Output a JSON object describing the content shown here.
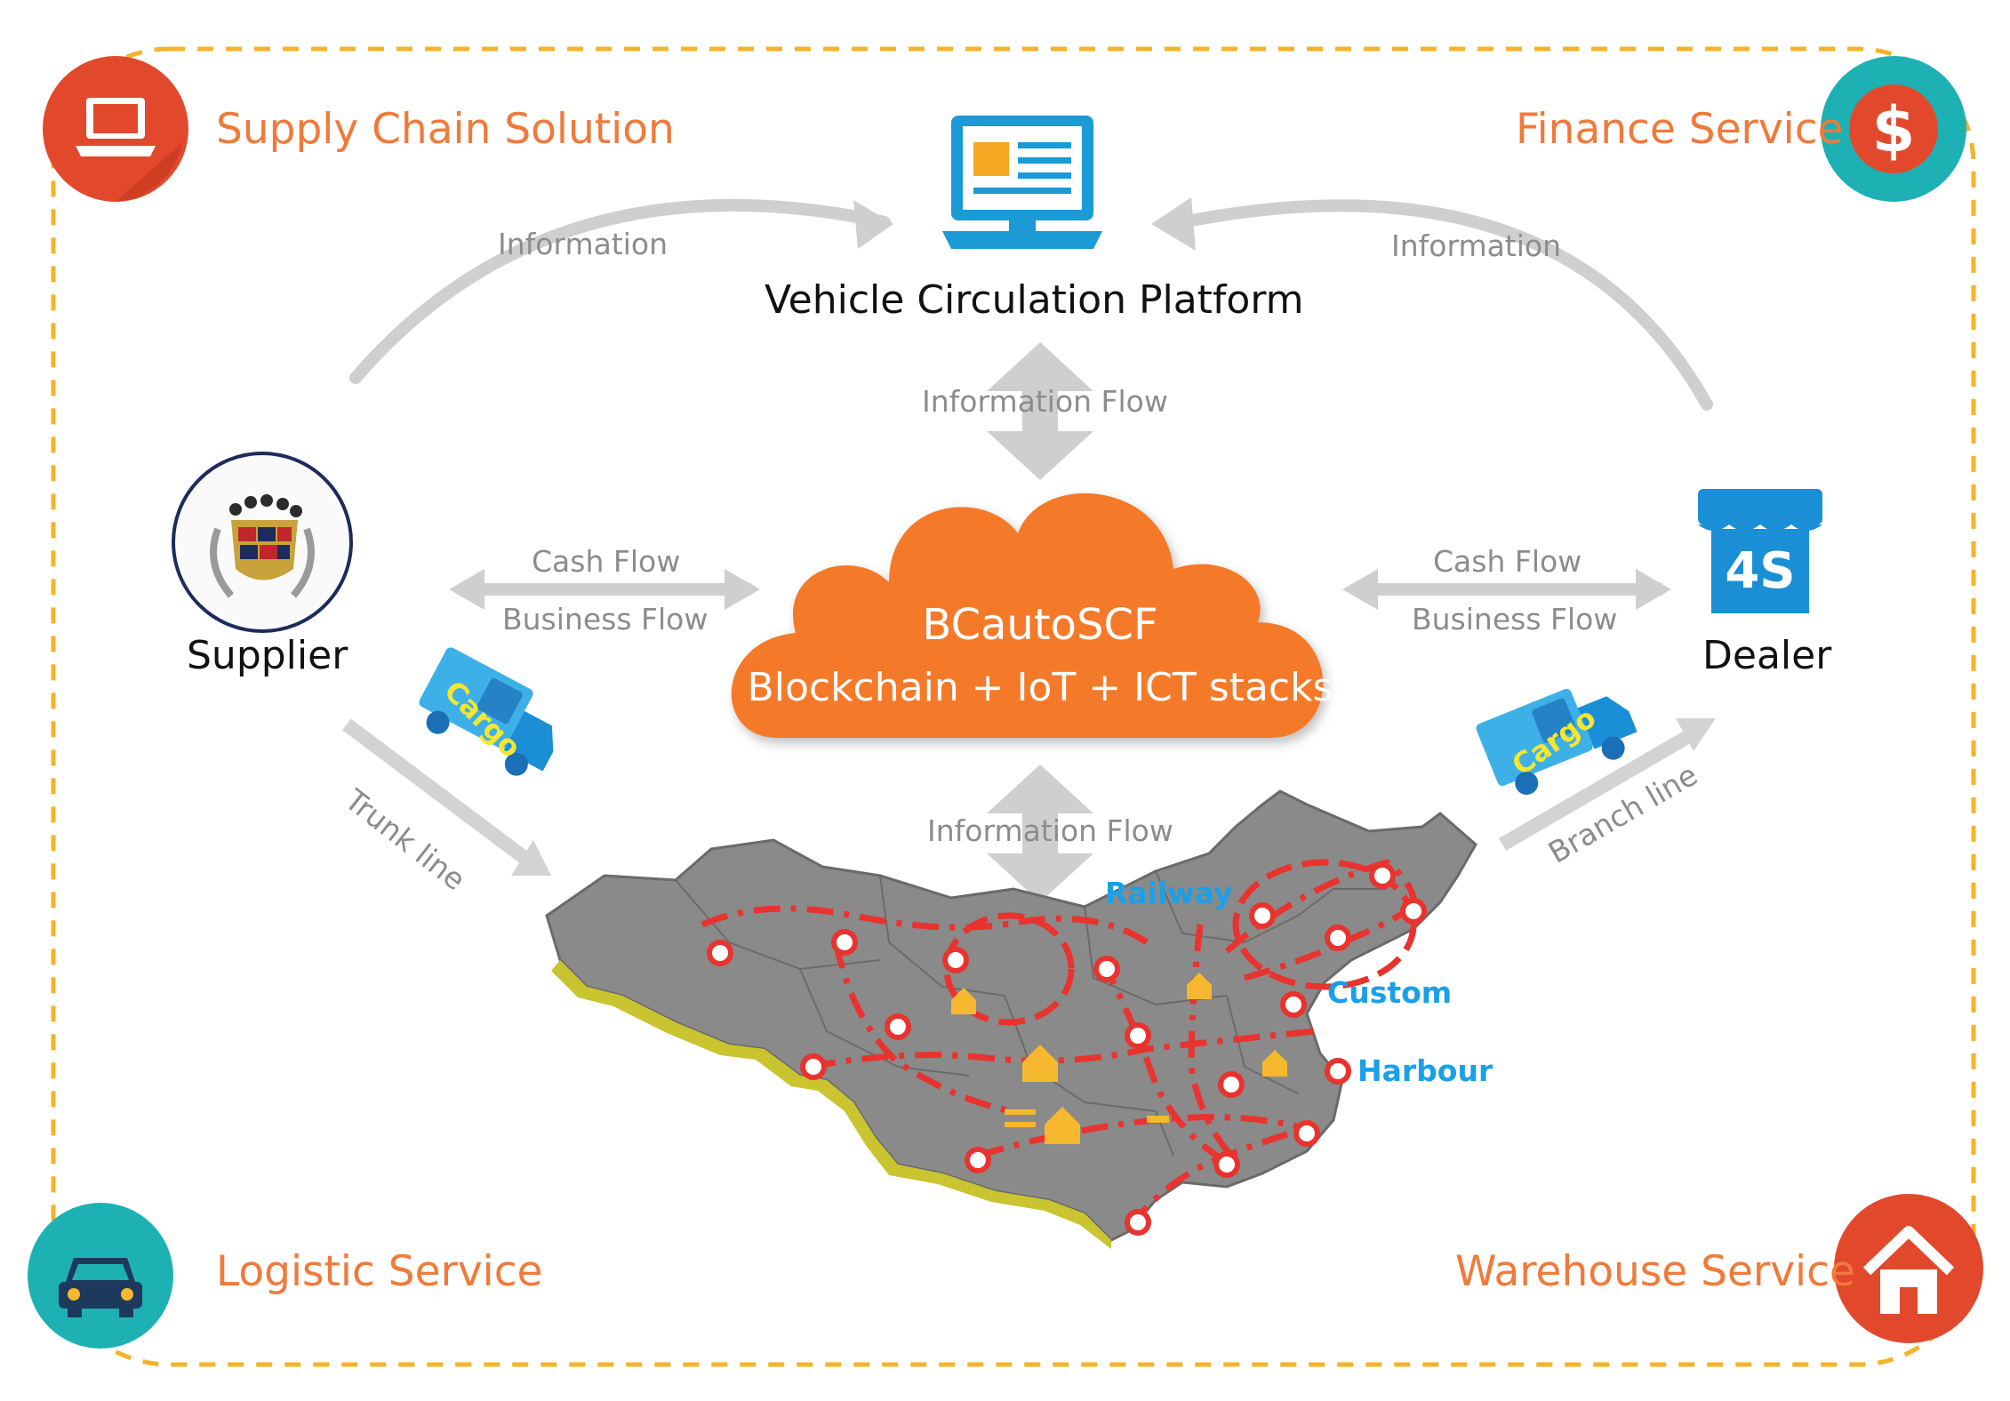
{
  "corners": {
    "top_left": "Supply Chain Solution",
    "top_right": "Finance Service",
    "bottom_left": "Logistic Service",
    "bottom_right": "Warehouse Service"
  },
  "platform": {
    "label": "Vehicle Circulation Platform"
  },
  "information_left": "Information",
  "information_right": "Information",
  "information_flow_top": "Information Flow",
  "information_flow_bottom": "Information Flow",
  "cloud": {
    "title": "BCautoSCF",
    "subtitle": "Blockchain + IoT + ICT stacks"
  },
  "left_flows": {
    "cash": "Cash Flow",
    "business": "Business Flow"
  },
  "right_flows": {
    "cash": "Cash Flow",
    "business": "Business Flow"
  },
  "supplier": {
    "label": "Supplier"
  },
  "dealer": {
    "label": "Dealer",
    "store_text": "4S"
  },
  "trunk_line": "Trunk line",
  "branch_line": "Branch line",
  "truck_text": "Cargo",
  "map_labels": {
    "railway": "Railway",
    "custom": "Custom",
    "harbour": "Harbour"
  },
  "colors": {
    "orange": "#f07a3a",
    "cloud": "#f47a2c",
    "teal": "#1db1b4",
    "red": "#e2492c",
    "blue": "#1aa0e8",
    "route": "#e8332e"
  },
  "icons": [
    "laptop-icon",
    "dollar-icon",
    "car-icon",
    "house-icon",
    "monitor-icon",
    "cadillac-emblem-icon",
    "store-icon",
    "cargo-truck-icon",
    "china-map"
  ]
}
